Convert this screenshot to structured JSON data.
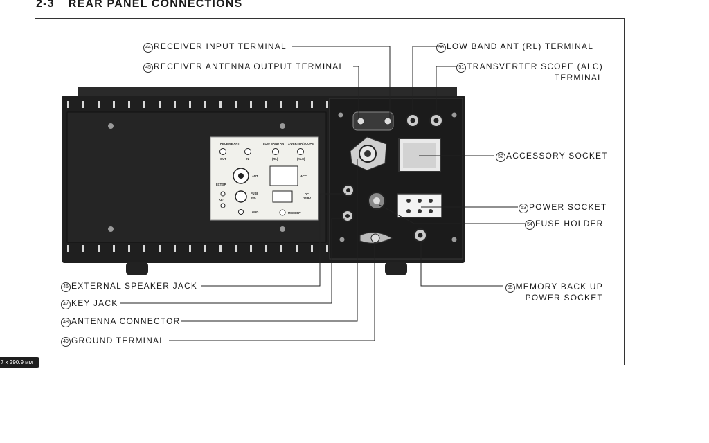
{
  "heading": {
    "section": "2-3",
    "title": "REAR PANEL CONNECTIONS"
  },
  "callouts": {
    "c44": {
      "number": "44",
      "text": "RECEIVER INPUT TERMINAL"
    },
    "c45": {
      "number": "45",
      "text": "RECEIVER ANTENNA OUTPUT TERMINAL"
    },
    "c46": {
      "number": "46",
      "text": "EXTERNAL SPEAKER JACK"
    },
    "c47": {
      "number": "47",
      "text": "KEY JACK"
    },
    "c48": {
      "number": "48",
      "text": "ANTENNA CONNECTOR"
    },
    "c49": {
      "number": "49",
      "text": "GROUND TERMINAL"
    },
    "c50": {
      "number": "50",
      "text": "LOW BAND ANT (RL) TERMINAL"
    },
    "c51": {
      "number": "51",
      "text": "TRANSVERTER SCOPE (ALC)",
      "text2": "TERMINAL"
    },
    "c52": {
      "number": "52",
      "text": "ACCESSORY SOCKET"
    },
    "c53": {
      "number": "53",
      "text": "POWER SOCKET"
    },
    "c54": {
      "number": "54",
      "text": "FUSE HOLDER"
    },
    "c55": {
      "number": "55",
      "text": "MEMORY BACK UP",
      "text2": "POWER SOCKET"
    }
  },
  "panel_silkscreen": {
    "receive_ant": "RECEIVE ANT",
    "out": "OUT",
    "in": "IN",
    "low_band_ant": "LOW BAND ANT",
    "x_verter_scope": "X-VERTER/SCOPE",
    "rl": "(RL)",
    "alc": "(ALC)",
    "ant": "ANT",
    "acc": "ACC",
    "ext_sp": "EXT.SP",
    "key": "KEY",
    "fuse": "FUSE",
    "fuse_rating": "20A",
    "dc": "DC",
    "dc_voltage": "13.8V",
    "gnd": "GND",
    "memory": "MEMORY"
  },
  "dimension_tag": "7 x 290.9 мм"
}
